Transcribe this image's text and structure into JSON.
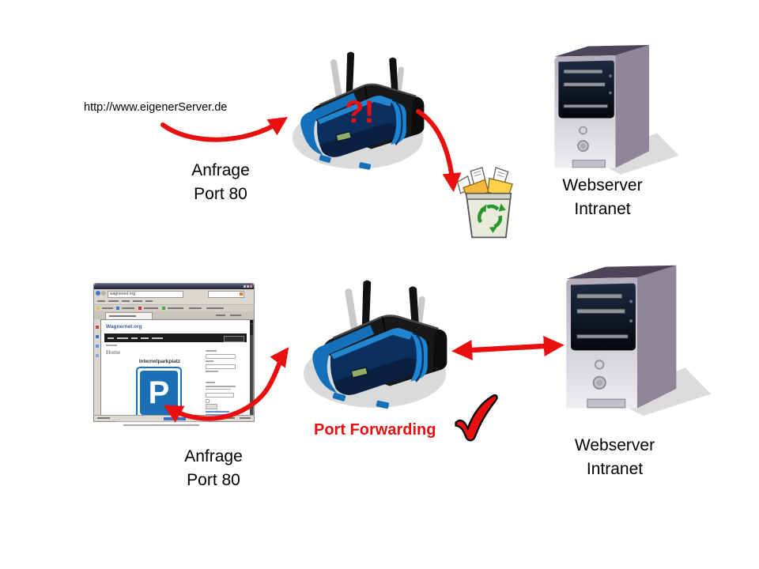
{
  "colors": {
    "accent_red": "#e90f0f",
    "router_blue": "#1470b8",
    "router_navy": "#0b2f5e",
    "parking_blue": "#1a6fb5"
  },
  "icons": {
    "router": "wireless-router-pictogram",
    "server": "tower-server-pictogram",
    "recycle_bin": "full-recycle-bin-icon",
    "checkmark": "success-checkmark-icon",
    "arrows": "red-flow-arrow"
  },
  "scene_top": {
    "url": "http://www.eigenerServer.de",
    "request_label": {
      "line1": "Anfrage",
      "line2": "Port 80"
    },
    "router_mark": "?!",
    "server_label": {
      "line1": "Webserver",
      "line2": "Intranet"
    }
  },
  "scene_bottom": {
    "request_label": {
      "line1": "Anfrage",
      "line2": "Port 80"
    },
    "port_forwarding_label": "Port Forwarding",
    "server_label": {
      "line1": "Webserver",
      "line2": "Intranet"
    },
    "browser": {
      "address": "wagnernet.org",
      "site_title": "Wagnernet.org",
      "page_heading": "Home",
      "article_title": "Internetparkplatz",
      "parking_sign_letter": "P"
    }
  }
}
